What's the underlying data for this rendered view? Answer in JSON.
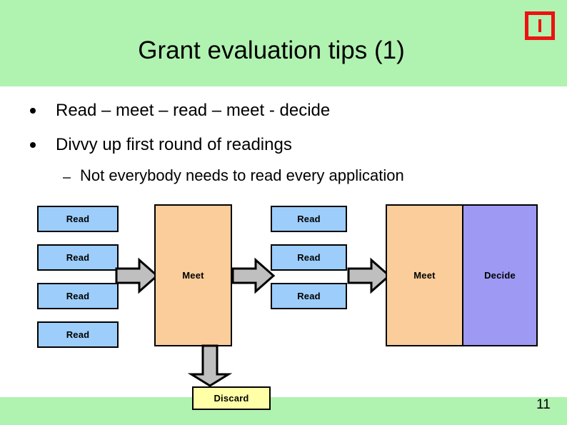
{
  "slide": {
    "title": "Grant evaluation tips (1)",
    "page_number": "11",
    "band_color": "#b0f2b0",
    "body_background": "#ffffff"
  },
  "corner_icon": {
    "name": "red-bordered-square-icon",
    "border_color": "#ee1111",
    "bar_color": "#ee1111"
  },
  "bullets": [
    {
      "level": 1,
      "text": "Read – meet – read – meet - decide"
    },
    {
      "level": 1,
      "text": "Divvy up first round of readings"
    },
    {
      "level": 2,
      "text": "Not everybody needs to read every application"
    }
  ],
  "diagram": {
    "type": "process-flow",
    "colors": {
      "read": "#9ccdfb",
      "meet": "#fbcd9b",
      "decide": "#9e99f2",
      "discard": "#ffffa8",
      "arrow": "#bfbfbf",
      "outline": "#000000"
    },
    "stage_1_reads": [
      {
        "label": "Read"
      },
      {
        "label": "Read"
      },
      {
        "label": "Read"
      },
      {
        "label": "Read"
      }
    ],
    "stage_1_meet": {
      "label": "Meet"
    },
    "stage_2_reads": [
      {
        "label": "Read"
      },
      {
        "label": "Read"
      },
      {
        "label": "Read"
      }
    ],
    "stage_2_meet": {
      "label": "Meet"
    },
    "stage_2_decide": {
      "label": "Decide"
    },
    "discard": {
      "label": "Discard"
    },
    "arrows": [
      {
        "name": "arrow-reads-to-meet",
        "direction": "right"
      },
      {
        "name": "arrow-meet-to-reads",
        "direction": "right"
      },
      {
        "name": "arrow-reads-to-meet-2",
        "direction": "right"
      },
      {
        "name": "arrow-meet-to-discard",
        "direction": "down"
      }
    ]
  }
}
